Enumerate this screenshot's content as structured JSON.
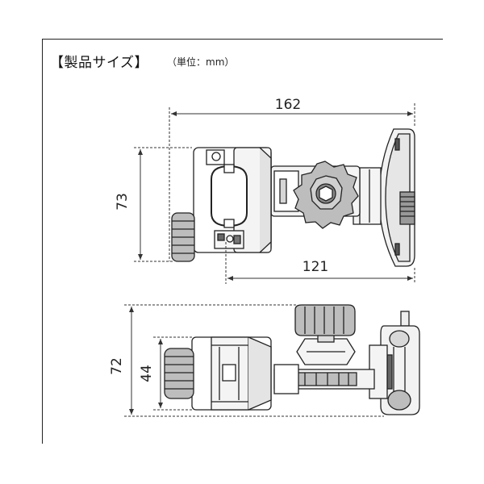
{
  "header": {
    "title": "【製品サイズ】",
    "unit": "（単位：mm）"
  },
  "dimensions": {
    "top_view": {
      "overall_length": "162",
      "height": "73",
      "mount_length": "121"
    },
    "side_view": {
      "overall_height": "72",
      "clamp_height": "44"
    }
  },
  "colors": {
    "line": "#222222",
    "fill_light": "#f4f4f4",
    "fill_mid": "#bdbdbd",
    "fill_dark": "#444444",
    "dim_line": "#333333"
  }
}
